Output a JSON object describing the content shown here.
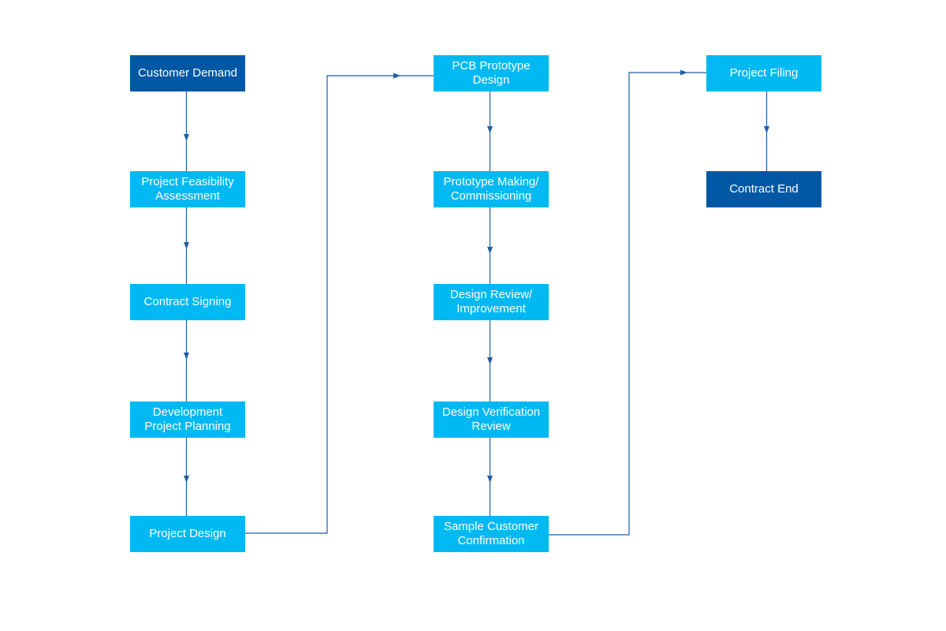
{
  "colors": {
    "light_node": "#00b9f2",
    "dark_node": "#0057a3",
    "connector": "#1d5ea6"
  },
  "nodes": [
    {
      "id": "n1",
      "label": "Customer Demand",
      "style": "dark"
    },
    {
      "id": "n2",
      "label": "Project Feasibility Assessment",
      "style": "light"
    },
    {
      "id": "n3",
      "label": "Contract Signing",
      "style": "light"
    },
    {
      "id": "n4",
      "label": "Development Project Planning",
      "style": "light"
    },
    {
      "id": "n5",
      "label": "Project Design",
      "style": "light"
    },
    {
      "id": "n6",
      "label": "PCB Prototype Design",
      "style": "light"
    },
    {
      "id": "n7",
      "label": "Prototype Making/ Commissioning",
      "style": "light"
    },
    {
      "id": "n8",
      "label": "Design Review/ Improvement",
      "style": "light"
    },
    {
      "id": "n9",
      "label": "Design Verification Review",
      "style": "light"
    },
    {
      "id": "n10",
      "label": "Sample Customer Confirmation",
      "style": "light"
    },
    {
      "id": "n11",
      "label": "Project Filing",
      "style": "light"
    },
    {
      "id": "n12",
      "label": "Contract End",
      "style": "dark"
    }
  ],
  "edges": [
    {
      "from": "n1",
      "to": "n2"
    },
    {
      "from": "n2",
      "to": "n3"
    },
    {
      "from": "n3",
      "to": "n4"
    },
    {
      "from": "n4",
      "to": "n5"
    },
    {
      "from": "n5",
      "to": "n6"
    },
    {
      "from": "n6",
      "to": "n7"
    },
    {
      "from": "n7",
      "to": "n8"
    },
    {
      "from": "n8",
      "to": "n9"
    },
    {
      "from": "n9",
      "to": "n10"
    },
    {
      "from": "n10",
      "to": "n11"
    },
    {
      "from": "n11",
      "to": "n12"
    }
  ]
}
